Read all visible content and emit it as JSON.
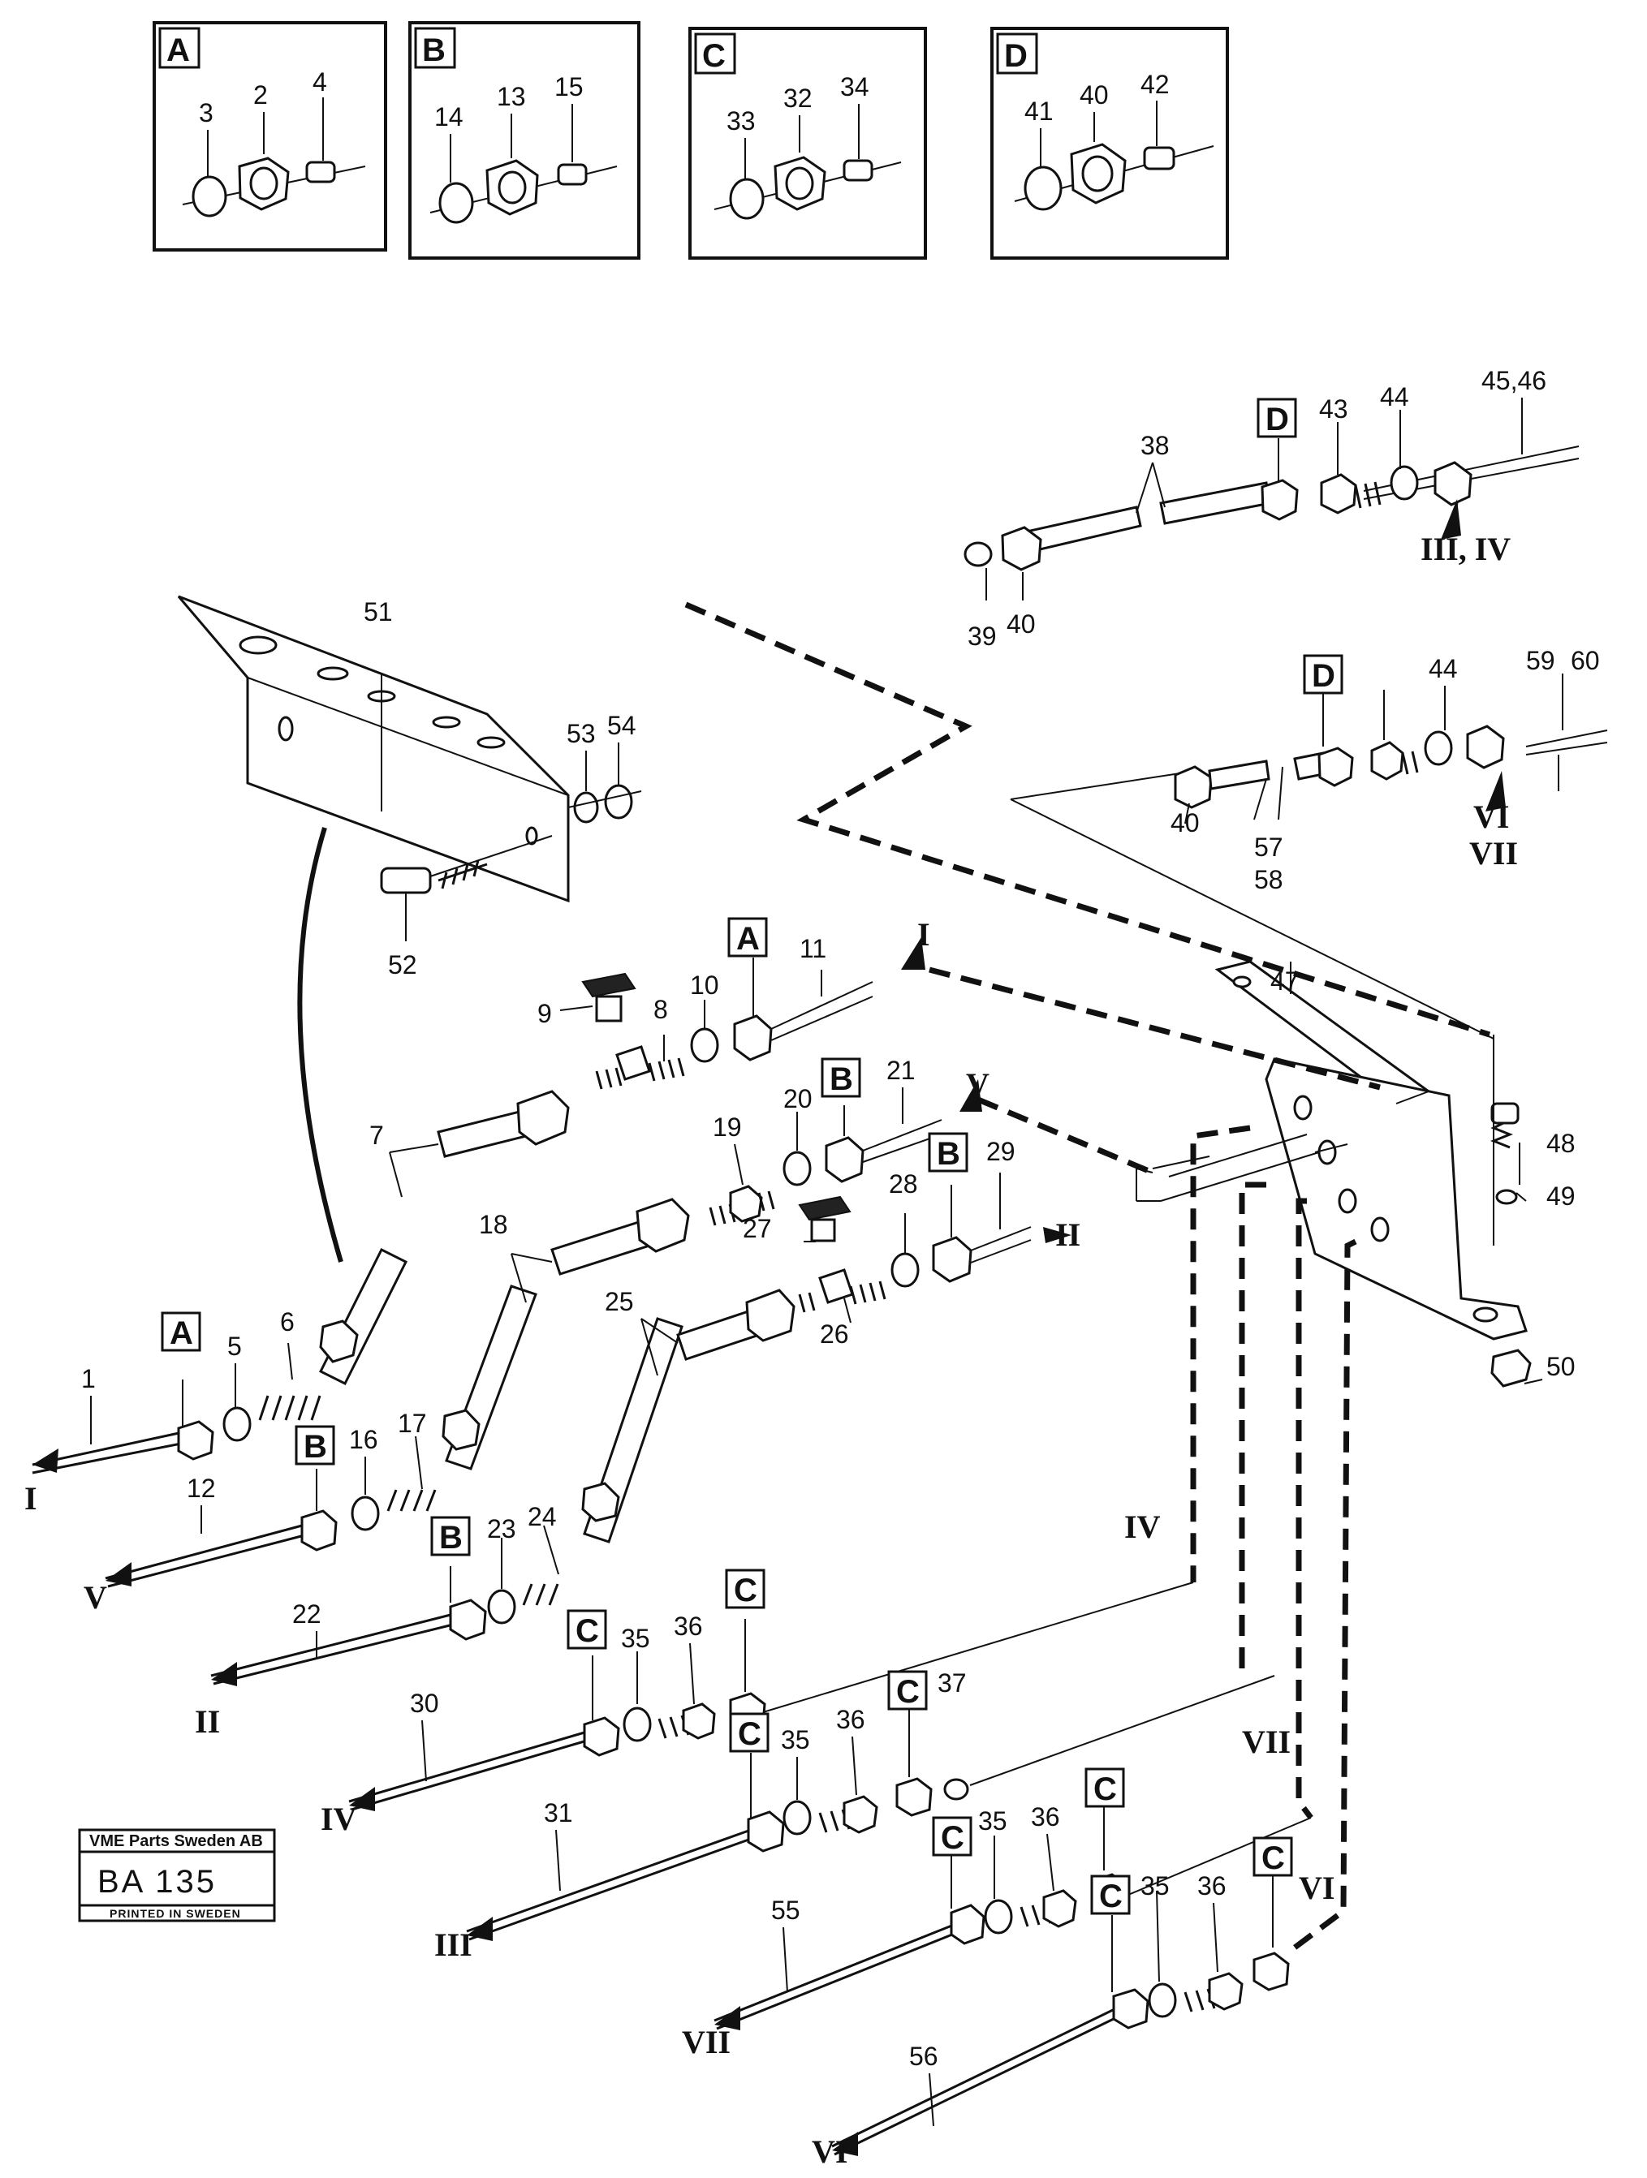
{
  "detail_boxes": [
    {
      "letter": "A",
      "labels": [
        "3",
        "2",
        "4"
      ]
    },
    {
      "letter": "B",
      "labels": [
        "14",
        "13",
        "15"
      ]
    },
    {
      "letter": "C",
      "labels": [
        "33",
        "32",
        "34"
      ]
    },
    {
      "letter": "D",
      "labels": [
        "41",
        "40",
        "42"
      ]
    }
  ],
  "callouts": [
    "1",
    "5",
    "6",
    "7",
    "8",
    "9",
    "10",
    "11",
    "12",
    "16",
    "17",
    "18",
    "19",
    "20",
    "21",
    "22",
    "23",
    "24",
    "25",
    "26",
    "27",
    "28",
    "29",
    "30",
    "31",
    "35",
    "36",
    "37",
    "38",
    "39",
    "40",
    "43",
    "44",
    "45,46",
    "47",
    "48",
    "49",
    "50",
    "51",
    "52",
    "53",
    "54",
    "55",
    "56",
    "57",
    "58",
    "59",
    "60"
  ],
  "connection_letters": [
    "A",
    "B",
    "C",
    "D"
  ],
  "circuit_marks": [
    "I",
    "II",
    "III",
    "IV",
    "V",
    "VI",
    "VII",
    "III, IV",
    "VI",
    "VII"
  ],
  "stamp": {
    "company": "VME Parts Sweden AB",
    "code": "BA 135",
    "footer": "PRINTED IN SWEDEN"
  }
}
